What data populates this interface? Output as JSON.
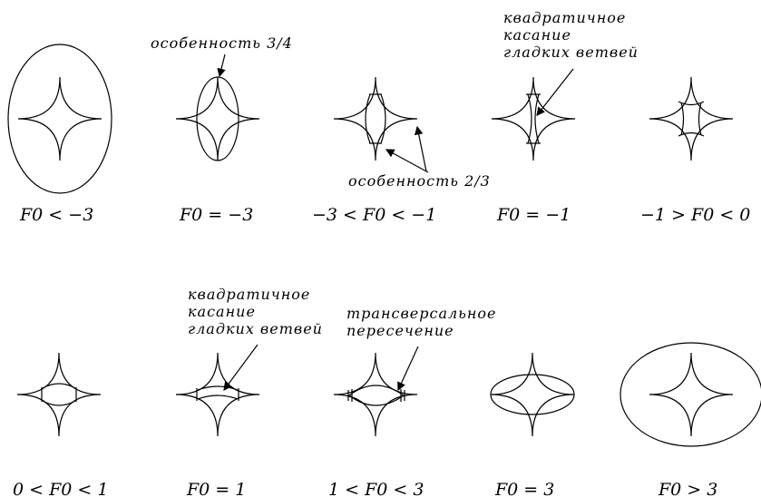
{
  "captions": {
    "c1": "F0 < −3",
    "c2": "F0 = −3",
    "c3": "−3 < F0 < −1",
    "c4": "F0 = −1",
    "c5": "−1 > F0 < 0",
    "c6": "0 < F0 < 1",
    "c7": "F0 = 1",
    "c8": "1 < F0 < 3",
    "c9": "F0 = 3",
    "c10": "F0 > 3"
  },
  "annotations": {
    "singularity_3_4": "особенность 3/4",
    "singularity_2_3": "особенность 2/3",
    "quadratic_tangency_top": [
      "квадратичное",
      "касание",
      "гладких ветвей"
    ],
    "quadratic_tangency_bottom": [
      "квадратичное",
      "касание",
      "гладких ветвей"
    ],
    "transversal_intersection": [
      "трансверсальное",
      "пересечение"
    ]
  }
}
